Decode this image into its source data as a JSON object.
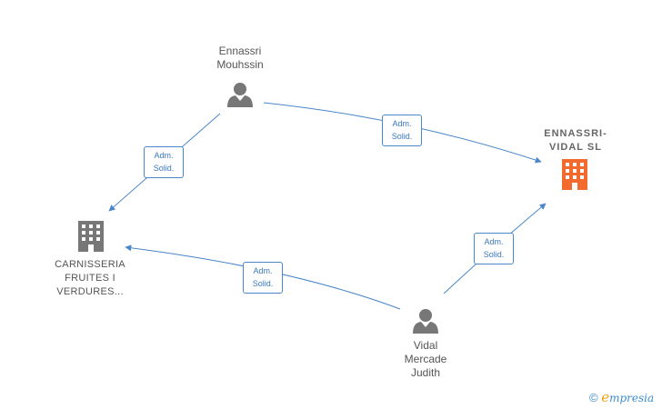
{
  "nodes": {
    "ennassri_mouhssin": {
      "label": "Ennassri\nMouhssin",
      "type": "person",
      "color": "#777777"
    },
    "ennassri_vidal_sl": {
      "label": "ENNASSRI-\nVIDAL  SL",
      "type": "company",
      "color": "#f26a2e"
    },
    "carnisseria": {
      "label": "CARNISSERIA\nFRUITES I\nVERDURES...",
      "type": "company",
      "color": "#777777"
    },
    "vidal_mercade": {
      "label": "Vidal\nMercade\nJudith",
      "type": "person",
      "color": "#777777"
    }
  },
  "edges": [
    {
      "from": "ennassri_mouhssin",
      "to": "ennassri_vidal_sl",
      "line1": "Adm.",
      "line2": "Solid."
    },
    {
      "from": "ennassri_mouhssin",
      "to": "carnisseria",
      "line1": "Adm.",
      "line2": "Solid."
    },
    {
      "from": "vidal_mercade",
      "to": "carnisseria",
      "line1": "Adm.",
      "line2": "Solid."
    },
    {
      "from": "vidal_mercade",
      "to": "ennassri_vidal_sl",
      "line1": "Adm.",
      "line2": "Solid."
    }
  ],
  "colors": {
    "edge": "#4a86c8"
  },
  "brand": {
    "copyright": "©",
    "e": "e",
    "rest": "mpresia"
  }
}
